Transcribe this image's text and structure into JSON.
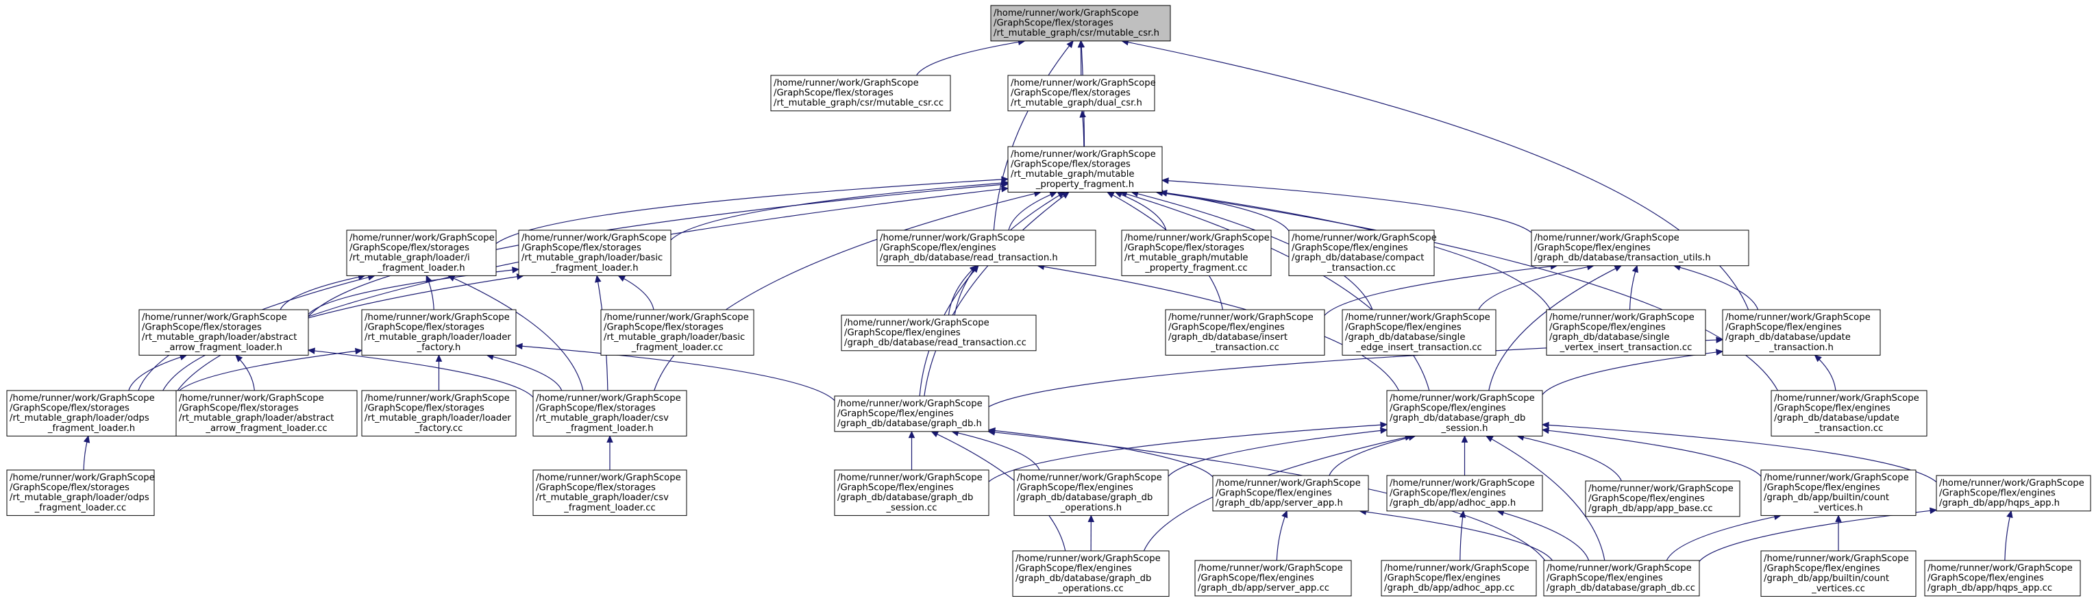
{
  "nodes": [
    {
      "id": "n0",
      "lines": [
        "/home/runner/work/GraphScope",
        "/GraphScope/flex/storages",
        "/rt_mutable_graph/csr/mutable_csr.h"
      ]
    },
    {
      "id": "n1",
      "lines": [
        "/home/runner/work/GraphScope",
        "/GraphScope/flex/storages",
        "/rt_mutable_graph/csr/mutable_csr.cc"
      ]
    },
    {
      "id": "n2",
      "lines": [
        "/home/runner/work/GraphScope",
        "/GraphScope/flex/storages",
        "/rt_mutable_graph/dual_csr.h"
      ]
    },
    {
      "id": "n3",
      "lines": [
        "/home/runner/work/GraphScope",
        "/GraphScope/flex/storages",
        "/rt_mutable_graph/mutable",
        "_property_fragment.h"
      ]
    },
    {
      "id": "n4",
      "lines": [
        "/home/runner/work/GraphScope",
        "/GraphScope/flex/storages",
        "/rt_mutable_graph/loader/i",
        "_fragment_loader.h"
      ]
    },
    {
      "id": "n5",
      "lines": [
        "/home/runner/work/GraphScope",
        "/GraphScope/flex/storages",
        "/rt_mutable_graph/loader/basic",
        "_fragment_loader.h"
      ]
    },
    {
      "id": "n6",
      "lines": [
        "/home/runner/work/GraphScope",
        "/GraphScope/flex/engines",
        "/graph_db/database/read_transaction.h"
      ]
    },
    {
      "id": "n7",
      "lines": [
        "/home/runner/work/GraphScope",
        "/GraphScope/flex/storages",
        "/rt_mutable_graph/mutable",
        "_property_fragment.cc"
      ]
    },
    {
      "id": "n8",
      "lines": [
        "/home/runner/work/GraphScope",
        "/GraphScope/flex/engines",
        "/graph_db/database/compact",
        "_transaction.cc"
      ]
    },
    {
      "id": "n9",
      "lines": [
        "/home/runner/work/GraphScope",
        "/GraphScope/flex/engines",
        "/graph_db/database/transaction_utils.h"
      ]
    },
    {
      "id": "n10",
      "lines": [
        "/home/runner/work/GraphScope",
        "/GraphScope/flex/storages",
        "/rt_mutable_graph/loader/abstract",
        "_arrow_fragment_loader.h"
      ]
    },
    {
      "id": "n11",
      "lines": [
        "/home/runner/work/GraphScope",
        "/GraphScope/flex/storages",
        "/rt_mutable_graph/loader/loader",
        "_factory.h"
      ]
    },
    {
      "id": "n12",
      "lines": [
        "/home/runner/work/GraphScope",
        "/GraphScope/flex/storages",
        "/rt_mutable_graph/loader/basic",
        "_fragment_loader.cc"
      ]
    },
    {
      "id": "n13",
      "lines": [
        "/home/runner/work/GraphScope",
        "/GraphScope/flex/engines",
        "/graph_db/database/read_transaction.cc"
      ]
    },
    {
      "id": "n14",
      "lines": [
        "/home/runner/work/GraphScope",
        "/GraphScope/flex/engines",
        "/graph_db/database/insert",
        "_transaction.cc"
      ]
    },
    {
      "id": "n15",
      "lines": [
        "/home/runner/work/GraphScope",
        "/GraphScope/flex/engines",
        "/graph_db/database/single",
        "_edge_insert_transaction.cc"
      ]
    },
    {
      "id": "n16",
      "lines": [
        "/home/runner/work/GraphScope",
        "/GraphScope/flex/engines",
        "/graph_db/database/single",
        "_vertex_insert_transaction.cc"
      ]
    },
    {
      "id": "n17",
      "lines": [
        "/home/runner/work/GraphScope",
        "/GraphScope/flex/engines",
        "/graph_db/database/update",
        "_transaction.h"
      ]
    },
    {
      "id": "n18",
      "lines": [
        "/home/runner/work/GraphScope",
        "/GraphScope/flex/storages",
        "/rt_mutable_graph/loader/odps",
        "_fragment_loader.h"
      ]
    },
    {
      "id": "n19",
      "lines": [
        "/home/runner/work/GraphScope",
        "/GraphScope/flex/storages",
        "/rt_mutable_graph/loader/abstract",
        "_arrow_fragment_loader.cc"
      ]
    },
    {
      "id": "n20",
      "lines": [
        "/home/runner/work/GraphScope",
        "/GraphScope/flex/storages",
        "/rt_mutable_graph/loader/loader",
        "_factory.cc"
      ]
    },
    {
      "id": "n21",
      "lines": [
        "/home/runner/work/GraphScope",
        "/GraphScope/flex/storages",
        "/rt_mutable_graph/loader/csv",
        "_fragment_loader.h"
      ]
    },
    {
      "id": "n22",
      "lines": [
        "/home/runner/work/GraphScope",
        "/GraphScope/flex/engines",
        "/graph_db/database/graph_db.h"
      ]
    },
    {
      "id": "n23",
      "lines": [
        "/home/runner/work/GraphScope",
        "/GraphScope/flex/engines",
        "/graph_db/database/graph_db",
        "_session.h"
      ]
    },
    {
      "id": "n24",
      "lines": [
        "/home/runner/work/GraphScope",
        "/GraphScope/flex/engines",
        "/graph_db/database/update",
        "_transaction.cc"
      ]
    },
    {
      "id": "n25",
      "lines": [
        "/home/runner/work/GraphScope",
        "/GraphScope/flex/storages",
        "/rt_mutable_graph/loader/odps",
        "_fragment_loader.cc"
      ]
    },
    {
      "id": "n26",
      "lines": [
        "/home/runner/work/GraphScope",
        "/GraphScope/flex/storages",
        "/rt_mutable_graph/loader/csv",
        "_fragment_loader.cc"
      ]
    },
    {
      "id": "n27",
      "lines": [
        "/home/runner/work/GraphScope",
        "/GraphScope/flex/engines",
        "/graph_db/database/graph_db",
        "_session.cc"
      ]
    },
    {
      "id": "n28",
      "lines": [
        "/home/runner/work/GraphScope",
        "/GraphScope/flex/engines",
        "/graph_db/database/graph_db",
        "_operations.h"
      ]
    },
    {
      "id": "n29",
      "lines": [
        "/home/runner/work/GraphScope",
        "/GraphScope/flex/engines",
        "/graph_db/app/server_app.h"
      ]
    },
    {
      "id": "n30",
      "lines": [
        "/home/runner/work/GraphScope",
        "/GraphScope/flex/engines",
        "/graph_db/app/adhoc_app.h"
      ]
    },
    {
      "id": "n31",
      "lines": [
        "/home/runner/work/GraphScope",
        "/GraphScope/flex/engines",
        "/graph_db/app/app_base.cc"
      ]
    },
    {
      "id": "n32",
      "lines": [
        "/home/runner/work/GraphScope",
        "/GraphScope/flex/engines",
        "/graph_db/app/builtin/count",
        "_vertices.h"
      ]
    },
    {
      "id": "n33",
      "lines": [
        "/home/runner/work/GraphScope",
        "/GraphScope/flex/engines",
        "/graph_db/app/hqps_app.h"
      ]
    },
    {
      "id": "n34",
      "lines": [
        "/home/runner/work/GraphScope",
        "/GraphScope/flex/engines",
        "/graph_db/database/graph_db",
        "_operations.cc"
      ]
    },
    {
      "id": "n35",
      "lines": [
        "/home/runner/work/GraphScope",
        "/GraphScope/flex/engines",
        "/graph_db/app/server_app.cc"
      ]
    },
    {
      "id": "n36",
      "lines": [
        "/home/runner/work/GraphScope",
        "/GraphScope/flex/engines",
        "/graph_db/app/adhoc_app.cc"
      ]
    },
    {
      "id": "n37",
      "lines": [
        "/home/runner/work/GraphScope",
        "/GraphScope/flex/engines",
        "/graph_db/database/graph_db.cc"
      ]
    },
    {
      "id": "n38",
      "lines": [
        "/home/runner/work/GraphScope",
        "/GraphScope/flex/engines",
        "/graph_db/app/builtin/count",
        "_vertices.cc"
      ]
    },
    {
      "id": "n39",
      "lines": [
        "/home/runner/work/GraphScope",
        "/GraphScope/flex/engines",
        "/graph_db/app/hqps_app.cc"
      ]
    }
  ],
  "edges": [
    [
      "n0",
      "n1"
    ],
    [
      "n0",
      "n2"
    ],
    [
      "n0",
      "n3"
    ],
    [
      "n0",
      "n6"
    ],
    [
      "n0",
      "n17"
    ],
    [
      "n2",
      "n3"
    ],
    [
      "n3",
      "n4"
    ],
    [
      "n3",
      "n5"
    ],
    [
      "n3",
      "n6"
    ],
    [
      "n3",
      "n7"
    ],
    [
      "n3",
      "n8"
    ],
    [
      "n3",
      "n9"
    ],
    [
      "n3",
      "n10"
    ],
    [
      "n3",
      "n18"
    ],
    [
      "n3",
      "n21"
    ],
    [
      "n3",
      "n13"
    ],
    [
      "n3",
      "n14"
    ],
    [
      "n3",
      "n15"
    ],
    [
      "n3",
      "n16"
    ],
    [
      "n3",
      "n22"
    ],
    [
      "n3",
      "n23"
    ],
    [
      "n3",
      "n24"
    ],
    [
      "n4",
      "n10"
    ],
    [
      "n4",
      "n11"
    ],
    [
      "n4",
      "n21"
    ],
    [
      "n4",
      "n18"
    ],
    [
      "n5",
      "n12"
    ],
    [
      "n5",
      "n21"
    ],
    [
      "n5",
      "n18"
    ],
    [
      "n5",
      "n10"
    ],
    [
      "n6",
      "n13"
    ],
    [
      "n6",
      "n22"
    ],
    [
      "n6",
      "n23"
    ],
    [
      "n9",
      "n14"
    ],
    [
      "n9",
      "n15"
    ],
    [
      "n9",
      "n16"
    ],
    [
      "n9",
      "n17"
    ],
    [
      "n9",
      "n23"
    ],
    [
      "n10",
      "n18"
    ],
    [
      "n10",
      "n19"
    ],
    [
      "n10",
      "n21"
    ],
    [
      "n11",
      "n18"
    ],
    [
      "n11",
      "n20"
    ],
    [
      "n11",
      "n21"
    ],
    [
      "n11",
      "n22"
    ],
    [
      "n17",
      "n22"
    ],
    [
      "n17",
      "n23"
    ],
    [
      "n17",
      "n24"
    ],
    [
      "n18",
      "n25"
    ],
    [
      "n21",
      "n26"
    ],
    [
      "n22",
      "n27"
    ],
    [
      "n22",
      "n28"
    ],
    [
      "n22",
      "n29"
    ],
    [
      "n22",
      "n34"
    ],
    [
      "n22",
      "n37"
    ],
    [
      "n23",
      "n27"
    ],
    [
      "n23",
      "n28"
    ],
    [
      "n23",
      "n29"
    ],
    [
      "n23",
      "n30"
    ],
    [
      "n23",
      "n31"
    ],
    [
      "n23",
      "n32"
    ],
    [
      "n23",
      "n33"
    ],
    [
      "n23",
      "n34"
    ],
    [
      "n23",
      "n37"
    ],
    [
      "n28",
      "n34"
    ],
    [
      "n29",
      "n35"
    ],
    [
      "n29",
      "n37"
    ],
    [
      "n30",
      "n36"
    ],
    [
      "n30",
      "n37"
    ],
    [
      "n32",
      "n37"
    ],
    [
      "n32",
      "n38"
    ],
    [
      "n33",
      "n37"
    ],
    [
      "n33",
      "n39"
    ]
  ]
}
